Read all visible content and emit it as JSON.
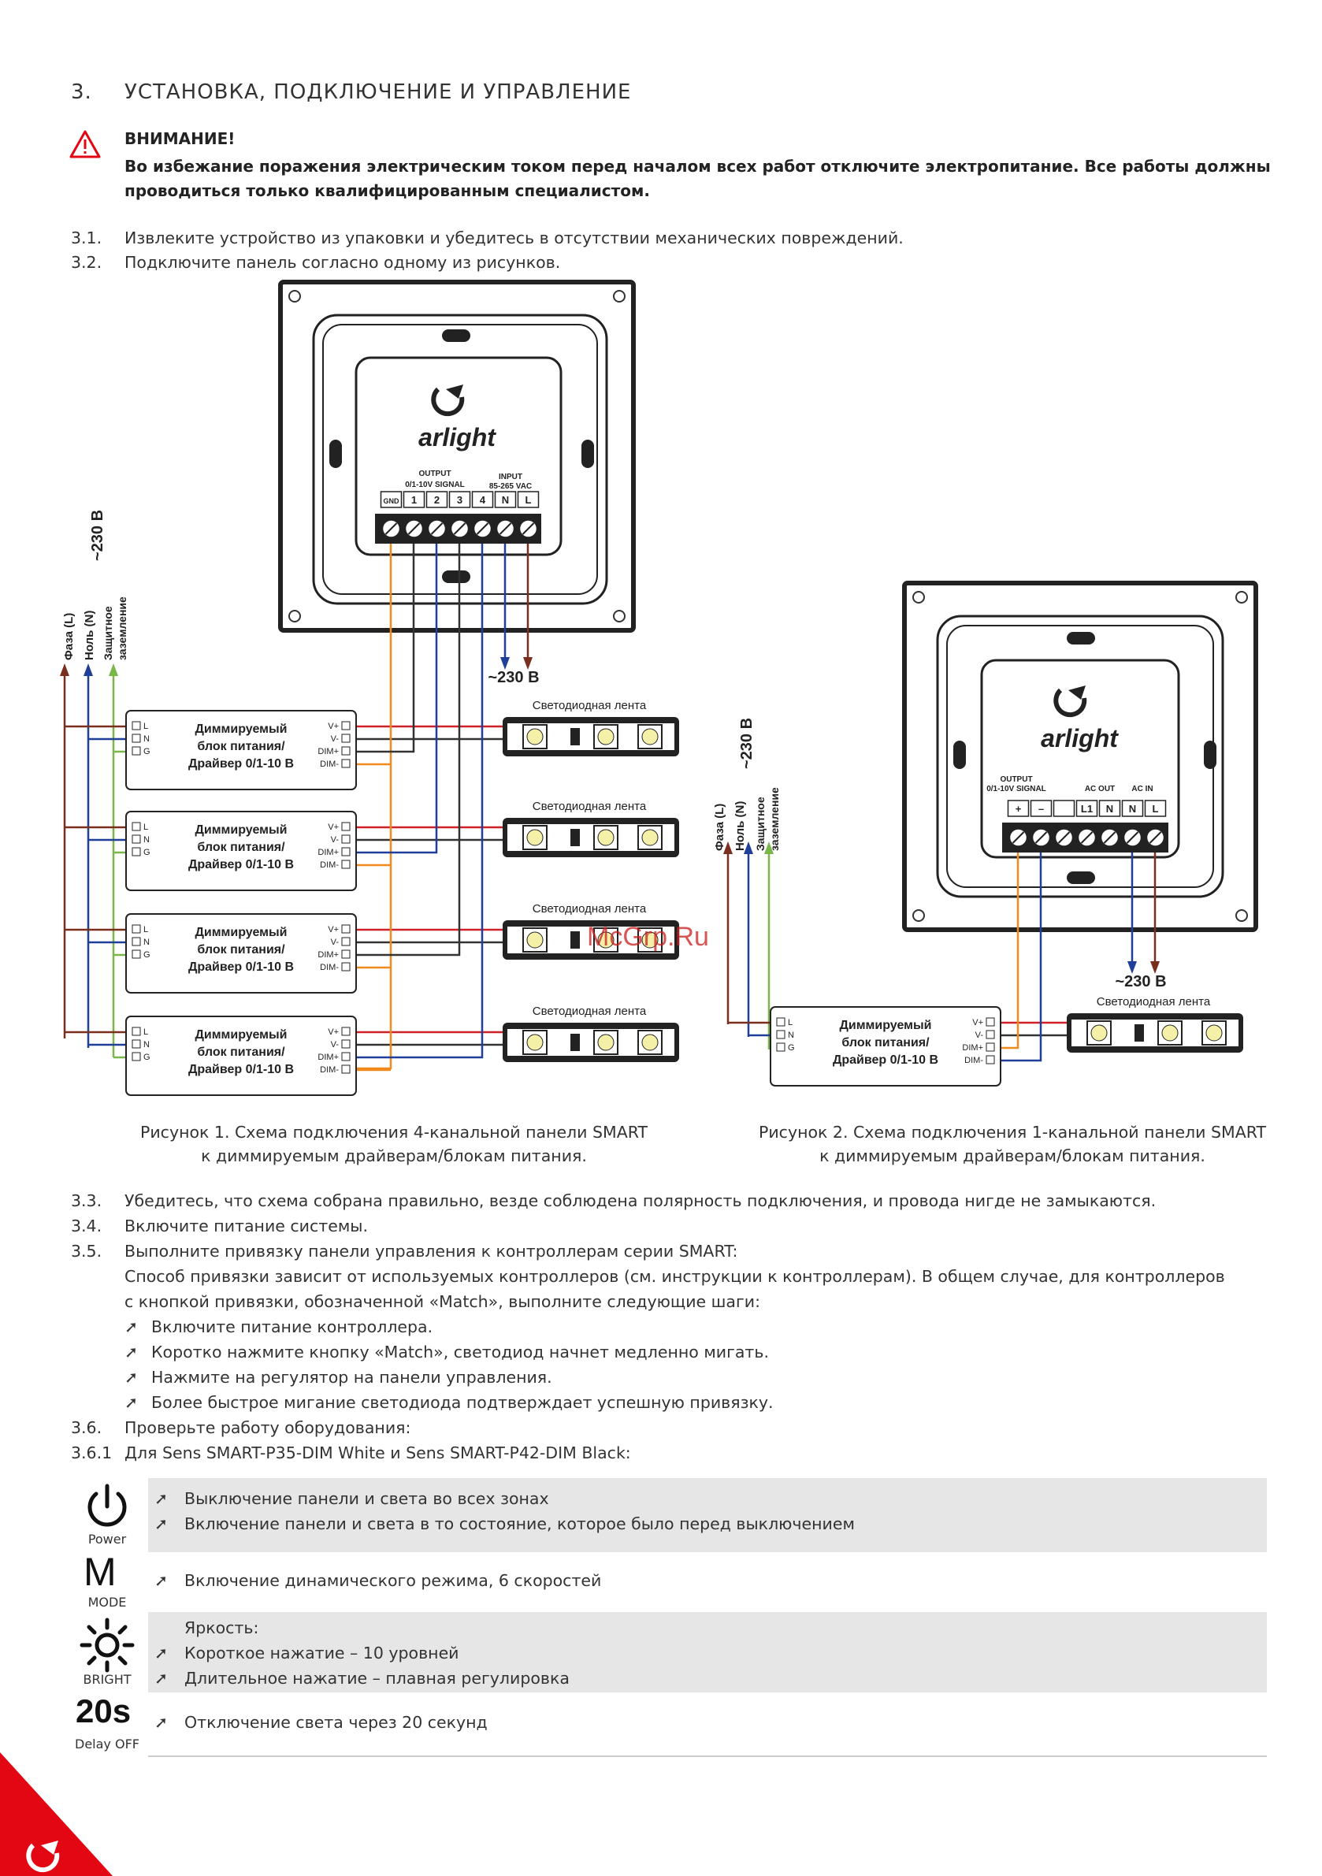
{
  "section": {
    "number": "3.",
    "title": "УСТАНОВКА, ПОДКЛЮЧЕНИЕ И УПРАВЛЕНИЕ"
  },
  "warning": {
    "title": "ВНИМАНИЕ!",
    "text": "Во избежание поражения электрическим током перед началом всех работ отключите электропитание. Все работы должны проводиться только квалифицированным специалистом."
  },
  "steps_top": [
    {
      "num": "3.1.",
      "text": "Извлеките устройство из упаковки и убедитесь в отсутствии механических повреждений."
    },
    {
      "num": "3.2.",
      "text": "Подключите панель согласно одному из рисунков."
    }
  ],
  "diagram1": {
    "brand": "arlight",
    "output_label": "OUTPUT",
    "output_signal": "0/1-10V SIGNAL",
    "input_label": "INPUT",
    "input_voltage": "85-265 VAC",
    "terminals": [
      "GND",
      "1",
      "2",
      "3",
      "4",
      "N",
      "L"
    ],
    "mains": "~230 В",
    "mains_top": "~230 В",
    "wire_labels": [
      "Фаза (L)",
      "Ноль (N)",
      "Защитное",
      "заземление"
    ],
    "driver_lines": [
      "Диммируемый",
      "блок питания/",
      "Драйвер 0/1-10 В"
    ],
    "driver_in": [
      "L",
      "N",
      "G"
    ],
    "driver_out": [
      "V+",
      "V-",
      "DIM+",
      "DIM-"
    ],
    "strip_label": "Светодиодная лента",
    "caption_line1": "Рисунок 1. Схема подключения 4-канальной панели SMART",
    "caption_line2": "к диммируемым драйверам/блокам питания."
  },
  "diagram2": {
    "brand": "arlight",
    "output_label": "OUTPUT",
    "output_signal": "0/1-10V SIGNAL",
    "ac_out": "AC OUT",
    "ac_in": "AC IN",
    "terminals": [
      "+",
      "–",
      "",
      "L1",
      "N",
      "N",
      "L"
    ],
    "mains": "~230 В",
    "mains_side": "~230 В",
    "wire_labels": [
      "Фаза (L)",
      "Ноль (N)",
      "Защитное",
      "заземление"
    ],
    "driver_lines": [
      "Диммируемый",
      "блок питания/",
      "Драйвер 0/1-10 В"
    ],
    "driver_in": [
      "L",
      "N",
      "G"
    ],
    "driver_out": [
      "V+",
      "V-",
      "DIM+",
      "DIM-"
    ],
    "strip_label": "Светодиодная лента",
    "caption_line1": "Рисунок 2. Схема подключения 1-канальной панели SMART",
    "caption_line2": "к диммируемым драйверам/блокам питания."
  },
  "watermark": "McGrp.Ru",
  "steps_bottom": [
    {
      "num": "3.3.",
      "text": "Убедитесь, что схема собрана правильно, везде соблюдена полярность подключения, и провода нигде не замыкаются."
    },
    {
      "num": "3.4.",
      "text": "Включите питание системы."
    },
    {
      "num": "3.5.",
      "text": "Выполните привязку панели управления к контроллерам серии SMART:"
    }
  ],
  "step35_para": [
    "Способ привязки зависит от используемых контроллеров (см. инструкции к контроллерам). В общем случае, для контроллеров",
    "с кнопкой привязки, обозначенной «Match», выполните следующие шаги:"
  ],
  "step35_bullets": [
    "Включите питание контроллера.",
    "Коротко нажмите кнопку «Match», светодиод начнет медленно мигать.",
    "Нажмите на регулятор на панели управления.",
    "Более быстрое мигание светодиода подтверждает успешную привязку."
  ],
  "step36": {
    "num": "3.6.",
    "text": "Проверьте работу оборудования:"
  },
  "step361": {
    "num": "3.6.1",
    "text": "Для Sens SMART-P35-DIM White и Sens SMART-P42-DIM Black:"
  },
  "arrow_glyph": "➚",
  "controls": [
    {
      "icon": "power-icon",
      "label": "Power",
      "lines": [
        "Выключение панели и света во всех зонах",
        "Включение панели и света в то состояние, которое было перед выключением"
      ]
    },
    {
      "icon": "mode-icon",
      "glyph": "M",
      "label": "MODE",
      "lines": [
        "Включение динамического режима, 6 скоростей"
      ]
    },
    {
      "icon": "bright-icon",
      "label": "BRIGHT",
      "header": "Яркость:",
      "lines": [
        "Короткое нажатие – 10 уровней",
        "Длительное нажатие – плавная регулировка"
      ]
    },
    {
      "icon": "delay-icon",
      "glyph": "20s",
      "label": "Delay OFF",
      "lines": [
        "Отключение света через 20 секунд"
      ]
    }
  ],
  "colors": {
    "accent_red": "#e30613",
    "wire_brown": "#7a2e1e",
    "wire_blue": "#1f3f99",
    "wire_green": "#7ab648",
    "wire_orange": "#f08a1c",
    "wire_red": "#d0202a",
    "wire_dark": "#333333"
  }
}
